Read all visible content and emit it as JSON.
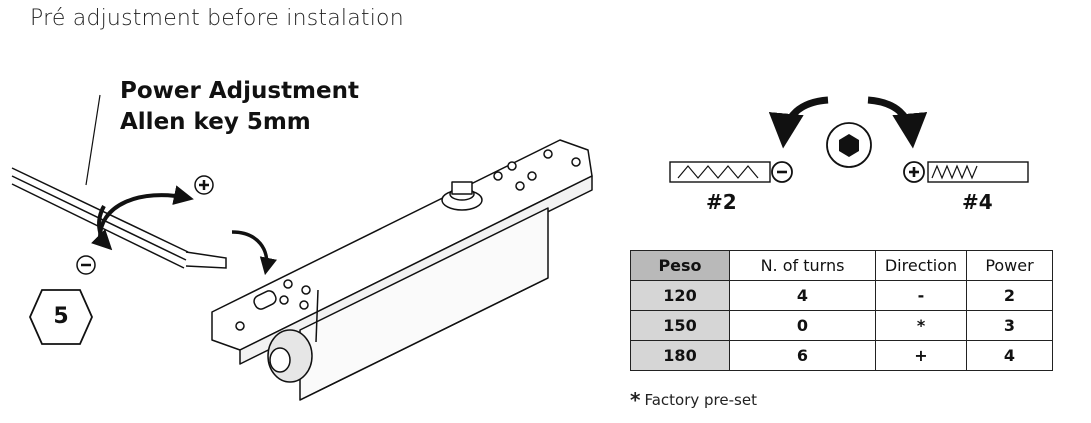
{
  "title": "Pré adjustment before instalation",
  "power_label": {
    "line1": "Power Adjustment",
    "line2": "Allen key 5mm"
  },
  "step_number": "5",
  "plus_symbol": "+",
  "minus_symbol": "-",
  "spring_left_label": "#2",
  "spring_right_label": "#4",
  "table": {
    "headers": [
      "Peso",
      "N. of turns",
      "Direction",
      "Power"
    ],
    "rows": [
      [
        "120",
        "4",
        "-",
        "2"
      ],
      [
        "150",
        "0",
        "*",
        "3"
      ],
      [
        "180",
        "6",
        "+",
        "4"
      ]
    ]
  },
  "footnote": {
    "marker": "*",
    "text": "Factory pre-set"
  }
}
